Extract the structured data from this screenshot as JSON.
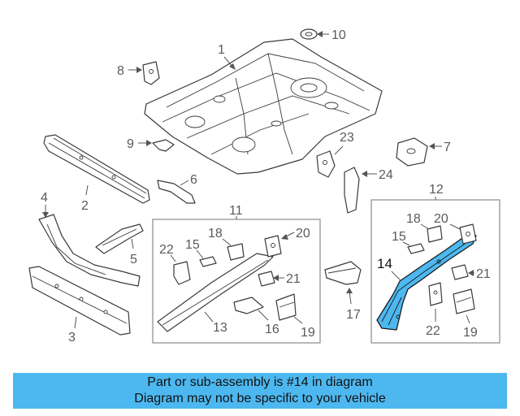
{
  "callouts": {
    "c1": "1",
    "c2": "2",
    "c3": "3",
    "c4": "4",
    "c5": "5",
    "c6": "6",
    "c7": "7",
    "c8": "8",
    "c9": "9",
    "c10": "10",
    "c11": "11",
    "c12": "12",
    "c13": "13",
    "c14": "14",
    "c15a": "15",
    "c15b": "15",
    "c16": "16",
    "c17": "17",
    "c18a": "18",
    "c18b": "18",
    "c19a": "19",
    "c19b": "19",
    "c20a": "20",
    "c20b": "20",
    "c21a": "21",
    "c21b": "21",
    "c22a": "22",
    "c22b": "22",
    "c23": "23",
    "c24": "24"
  },
  "highlighted_part": "14",
  "colors": {
    "highlight": "#4db8f0",
    "banner": "#4db8f0",
    "line": "#3a3a3a"
  },
  "banner": {
    "line1": "Part or sub-assembly is #14 in diagram",
    "line2": "Diagram may not be specific to your vehicle"
  }
}
